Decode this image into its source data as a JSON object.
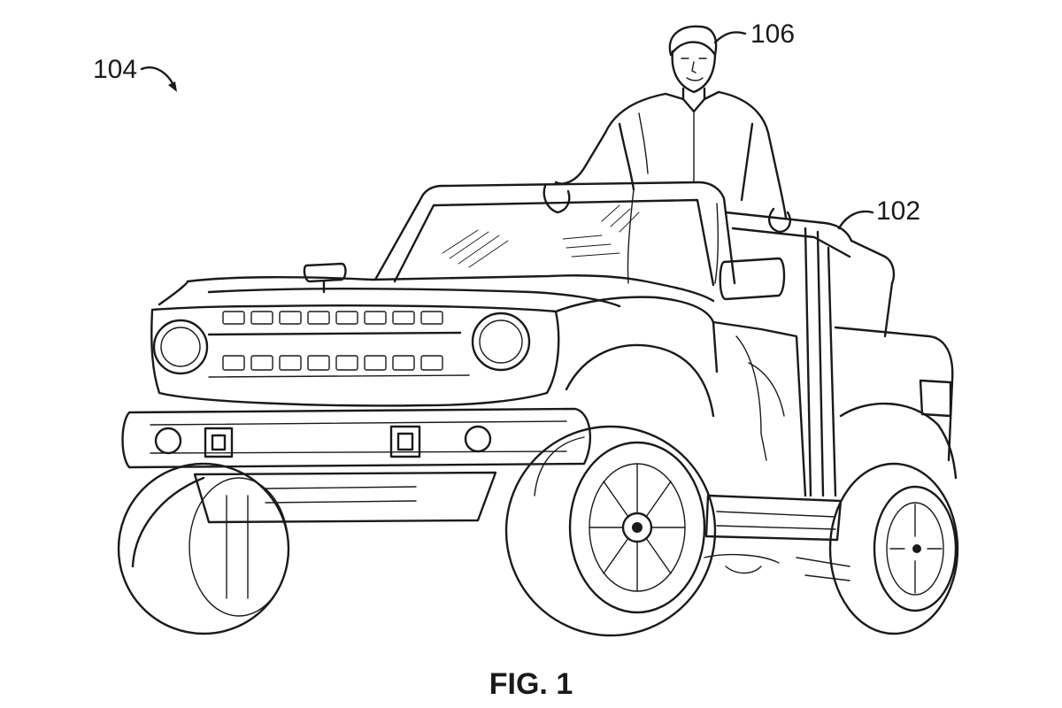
{
  "figure": {
    "caption": "FIG. 1",
    "references": {
      "system": "104",
      "vehicle": "102",
      "person": "106"
    }
  },
  "colors": {
    "ink": "#1a1a1a",
    "paper": "#ffffff"
  }
}
